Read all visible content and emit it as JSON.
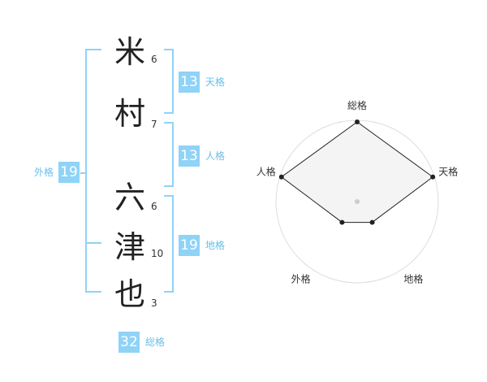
{
  "name_chars": [
    {
      "char": "米",
      "strokes": "6"
    },
    {
      "char": "村",
      "strokes": "7"
    },
    {
      "char": "六",
      "strokes": "6"
    },
    {
      "char": "津",
      "strokes": "10"
    },
    {
      "char": "也",
      "strokes": "3"
    }
  ],
  "fortunes": {
    "tenkaku": {
      "label": "天格",
      "value": "13"
    },
    "jinkaku": {
      "label": "人格",
      "value": "13"
    },
    "chikaku": {
      "label": "地格",
      "value": "19"
    },
    "gaikaku": {
      "label": "外格",
      "value": "19"
    },
    "soukaku": {
      "label": "総格",
      "value": "32"
    }
  },
  "colors": {
    "accent": "#8fd3f7",
    "accent_text": "#66bfeb",
    "radar_fill": "#f2f2f2",
    "radar_line": "#222222",
    "ring": "#dddddd"
  },
  "chart_data": {
    "type": "radar",
    "axes": [
      "総格",
      "天格",
      "地格",
      "外格",
      "人格"
    ],
    "values": [
      5,
      5,
      1,
      1,
      5
    ],
    "max": 5,
    "rings": 5
  }
}
